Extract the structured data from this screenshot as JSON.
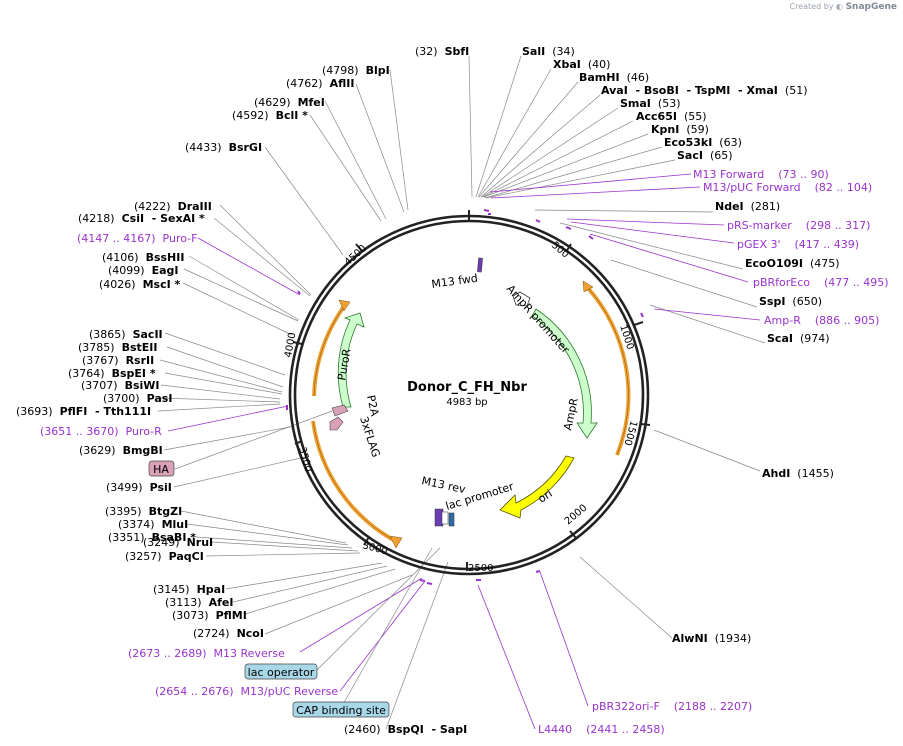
{
  "branding": {
    "created_by": "Created by",
    "app_name": "SnapGene"
  },
  "plasmid": {
    "name": "Donor_C_FH_Nbr",
    "size_label": "4983 bp"
  },
  "colors": {
    "purple": "#9933cc",
    "black": "#000000",
    "ampr": "#ccffcc",
    "ori": "#ffff00",
    "orange": "#f0a030",
    "pink": "#d9a0b8",
    "teal": "#a8d8e8"
  },
  "ticks": [
    "500",
    "1000",
    "1500",
    "2000",
    "2500",
    "3000",
    "3500",
    "4000",
    "4500"
  ],
  "features": {
    "m13fwd": "M13 fwd",
    "ampr_promoter": "AmpR promoter",
    "ampr": "AmpR",
    "ori": "ori",
    "lac_promoter": "lac promoter",
    "m13rev": "M13 rev",
    "puror": "PuroR",
    "p2a": "P2A",
    "flag": "3xFLAG"
  },
  "sites": [
    {
      "pre": "(32)  ",
      "name": "SbfI",
      "post": ""
    },
    {
      "pre": "",
      "name": "SalI",
      "post": "  (34)"
    },
    {
      "pre": "",
      "name": "XbaI",
      "post": "  (40)"
    },
    {
      "pre": "",
      "name": "BamHI",
      "post": "  (46)"
    },
    {
      "pre": "",
      "name": "AvaI  - BsoBI  - TspMI  - XmaI",
      "post": "  (51)"
    },
    {
      "pre": "",
      "name": "SmaI",
      "post": "  (53)"
    },
    {
      "pre": "",
      "name": "Acc65I",
      "post": "  (55)"
    },
    {
      "pre": "",
      "name": "KpnI",
      "post": "  (59)"
    },
    {
      "pre": "",
      "name": "Eco53kI",
      "post": "  (63)"
    },
    {
      "pre": "",
      "name": "SacI",
      "post": "  (65)"
    },
    {
      "pre": "",
      "name": "NdeI",
      "post": "  (281)"
    },
    {
      "pre": "",
      "name": "EcoO109I",
      "post": "  (475)"
    },
    {
      "pre": "",
      "name": "SspI",
      "post": "  (650)"
    },
    {
      "pre": "",
      "name": "ScaI",
      "post": "  (974)"
    },
    {
      "pre": "",
      "name": "AhdI",
      "post": "  (1455)"
    },
    {
      "pre": "",
      "name": "AlwNI",
      "post": "  (1934)"
    },
    {
      "pre": "(2460)  ",
      "name": "BspQI  - SapI",
      "post": ""
    },
    {
      "pre": "(2724)  ",
      "name": "NcoI",
      "post": ""
    },
    {
      "pre": "(3073)  ",
      "name": "PflMI",
      "post": ""
    },
    {
      "pre": "(3113)  ",
      "name": "AfeI",
      "post": ""
    },
    {
      "pre": "(3145)  ",
      "name": "HpaI",
      "post": ""
    },
    {
      "pre": "(3249)  ",
      "name": "NruI",
      "post": ""
    },
    {
      "pre": "(3257)  ",
      "name": "PaqCI",
      "post": ""
    },
    {
      "pre": "(3351)  ",
      "name": "BsaBI *",
      "post": ""
    },
    {
      "pre": "(3374)  ",
      "name": "MluI",
      "post": ""
    },
    {
      "pre": "(3395)  ",
      "name": "BtgZI",
      "post": ""
    },
    {
      "pre": "(3499)  ",
      "name": "PsiI",
      "post": ""
    },
    {
      "pre": "(3629)  ",
      "name": "BmgBI",
      "post": ""
    },
    {
      "pre": "(3693)  ",
      "name": "PflFI  - Tth111I",
      "post": ""
    },
    {
      "pre": "(3700)  ",
      "name": "PasI",
      "post": ""
    },
    {
      "pre": "(3707)  ",
      "name": "BsiWI",
      "post": ""
    },
    {
      "pre": "(3764)  ",
      "name": "BspEI *",
      "post": ""
    },
    {
      "pre": "(3767)  ",
      "name": "RsrII",
      "post": ""
    },
    {
      "pre": "(3785)  ",
      "name": "BstEII",
      "post": ""
    },
    {
      "pre": "(3865)  ",
      "name": "SacII",
      "post": ""
    },
    {
      "pre": "(4026)  ",
      "name": "MscI *",
      "post": ""
    },
    {
      "pre": "(4099)  ",
      "name": "EagI",
      "post": ""
    },
    {
      "pre": "(4106)  ",
      "name": "BssHII",
      "post": ""
    },
    {
      "pre": "(4218)  ",
      "name": "CsiI  - SexAI *",
      "post": ""
    },
    {
      "pre": "(4222)  ",
      "name": "DraIII",
      "post": ""
    },
    {
      "pre": "(4433)  ",
      "name": "BsrGI",
      "post": ""
    },
    {
      "pre": "(4592)  ",
      "name": "BclI *",
      "post": ""
    },
    {
      "pre": "(4629)  ",
      "name": "MfeI",
      "post": ""
    },
    {
      "pre": "(4762)  ",
      "name": "AflII",
      "post": ""
    },
    {
      "pre": "(4798)  ",
      "name": "BlpI",
      "post": ""
    }
  ],
  "primers": [
    {
      "text": "M13 Forward    (73 .. 90)"
    },
    {
      "text": "M13/pUC Forward    (82 .. 104)"
    },
    {
      "text": "pRS-marker    (298 .. 317)"
    },
    {
      "text": "pGEX 3'    (417 .. 439)"
    },
    {
      "text": "pBRforEco    (477 .. 495)"
    },
    {
      "text": "Amp-R    (886 .. 905)"
    },
    {
      "text": "pBR322ori-F    (2188 .. 2207)"
    },
    {
      "text": "L4440    (2441 .. 2458)"
    },
    {
      "text": "(2654 .. 2676)  M13/pUC Reverse"
    },
    {
      "text": "(2673 .. 2689)  M13 Reverse"
    },
    {
      "text": "(3651 .. 3670)  Puro-R"
    },
    {
      "text": "(4147 .. 4167)  Puro-F"
    }
  ],
  "boxes": {
    "cap": "CAP binding site",
    "lac_operator": "lac operator",
    "ha": "HA"
  }
}
